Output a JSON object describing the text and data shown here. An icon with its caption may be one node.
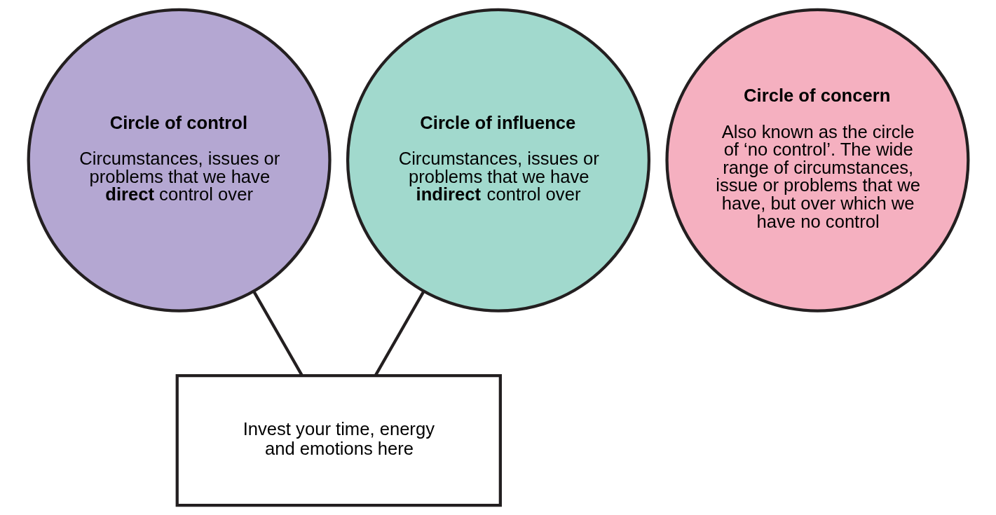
{
  "diagram": {
    "nodes": [
      {
        "text": [
          "Circle of control",
          "Circumstances, issues or problems that we have **direct** control over"
        ]
      },
      {
        "text": [
          "Circle of influence",
          "Circumstances, issues or problems that we have **indirect** control over"
        ]
      },
      {
        "text": [
          "Circle of concern",
          "Also known as the circle of ‘no control’. The wide range of circumstances, issue or problems that we have, but over which we have no control"
        ]
      },
      {
        "text": [
          "Invest your time, energy and emotions here"
        ]
      }
    ],
    "edges": [
      {
        "from": 0,
        "to": 3,
        "arrow": "none"
      },
      {
        "from": 1,
        "to": 3,
        "arrow": "none"
      }
    ]
  }
}
